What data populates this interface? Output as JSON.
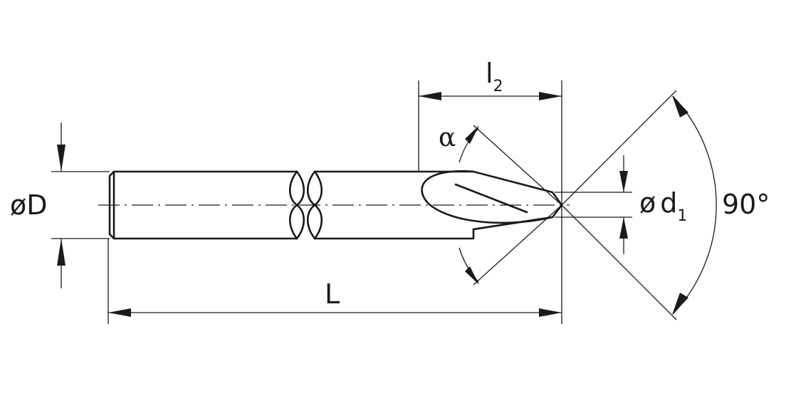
{
  "labels": {
    "shank_diameter": {
      "symbol": "ø",
      "letter": "D"
    },
    "tip_diameter": {
      "symbol": "ø",
      "letter": "d",
      "subscript": "1"
    },
    "total_length": "L",
    "flute_length": {
      "letter": "l",
      "subscript": "2"
    },
    "point_angle": "α",
    "cone_angle": "90°"
  },
  "colors": {
    "line": "#1a1a1a",
    "background": "#ffffff"
  }
}
